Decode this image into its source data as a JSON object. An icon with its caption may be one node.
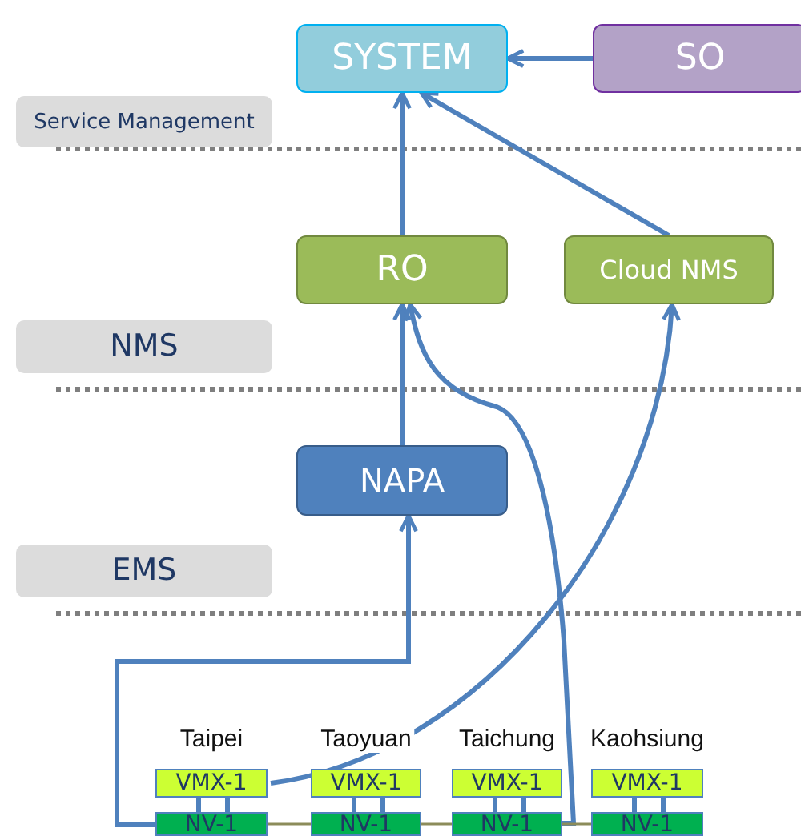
{
  "diagram": {
    "nodes": [
      {
        "text": [
          "SYSTEM"
        ]
      },
      {
        "text": [
          "SO"
        ]
      },
      {
        "text": [
          "Service Management"
        ]
      },
      {
        "text": [
          "RO"
        ]
      },
      {
        "text": [
          "Cloud NMS"
        ]
      },
      {
        "text": [
          "NMS"
        ]
      },
      {
        "text": [
          "NAPA"
        ]
      },
      {
        "text": [
          "EMS"
        ]
      },
      {
        "text": [
          "VMX-1"
        ],
        "beside": [
          "Taipei"
        ]
      },
      {
        "text": [
          "VMX-1"
        ],
        "beside": [
          "Taoyuan"
        ]
      },
      {
        "text": [
          "VMX-1"
        ],
        "beside": [
          "Taichung"
        ]
      },
      {
        "text": [
          "VMX-1"
        ],
        "beside": [
          "Kaohsiung"
        ]
      },
      {
        "text": [
          "NV-1"
        ]
      },
      {
        "text": [
          "NV-1"
        ]
      },
      {
        "text": [
          "NV-1"
        ]
      },
      {
        "text": [
          "NV-1"
        ]
      }
    ],
    "edges": [
      {
        "from": 1,
        "to": 0,
        "arrow": "to"
      },
      {
        "from": 3,
        "to": 0,
        "arrow": "to"
      },
      {
        "from": 4,
        "to": 0,
        "arrow": "to"
      },
      {
        "from": 6,
        "to": 3,
        "arrow": "to"
      },
      {
        "from": 12,
        "to": 6,
        "arrow": "to"
      },
      {
        "from": 8,
        "to": 4,
        "arrow": "to"
      },
      {
        "from": 14,
        "to": 3,
        "arrow": "to"
      },
      {
        "from": 12,
        "to": 13,
        "arrow": "none",
        "color": "#8c8c5a"
      },
      {
        "from": 13,
        "to": 14,
        "arrow": "none",
        "color": "#8c8c5a"
      },
      {
        "from": 14,
        "to": 15,
        "arrow": "none",
        "color": "#8c8c5a"
      },
      {
        "from": 8,
        "to": 12,
        "arrow": "none"
      },
      {
        "from": 8,
        "to": 12,
        "arrow": "none"
      },
      {
        "from": 9,
        "to": 13,
        "arrow": "none"
      },
      {
        "from": 9,
        "to": 13,
        "arrow": "none"
      },
      {
        "from": 10,
        "to": 14,
        "arrow": "none"
      },
      {
        "from": 10,
        "to": 14,
        "arrow": "none"
      },
      {
        "from": 11,
        "to": 15,
        "arrow": "none"
      },
      {
        "from": 11,
        "to": 15,
        "arrow": "none"
      }
    ]
  }
}
